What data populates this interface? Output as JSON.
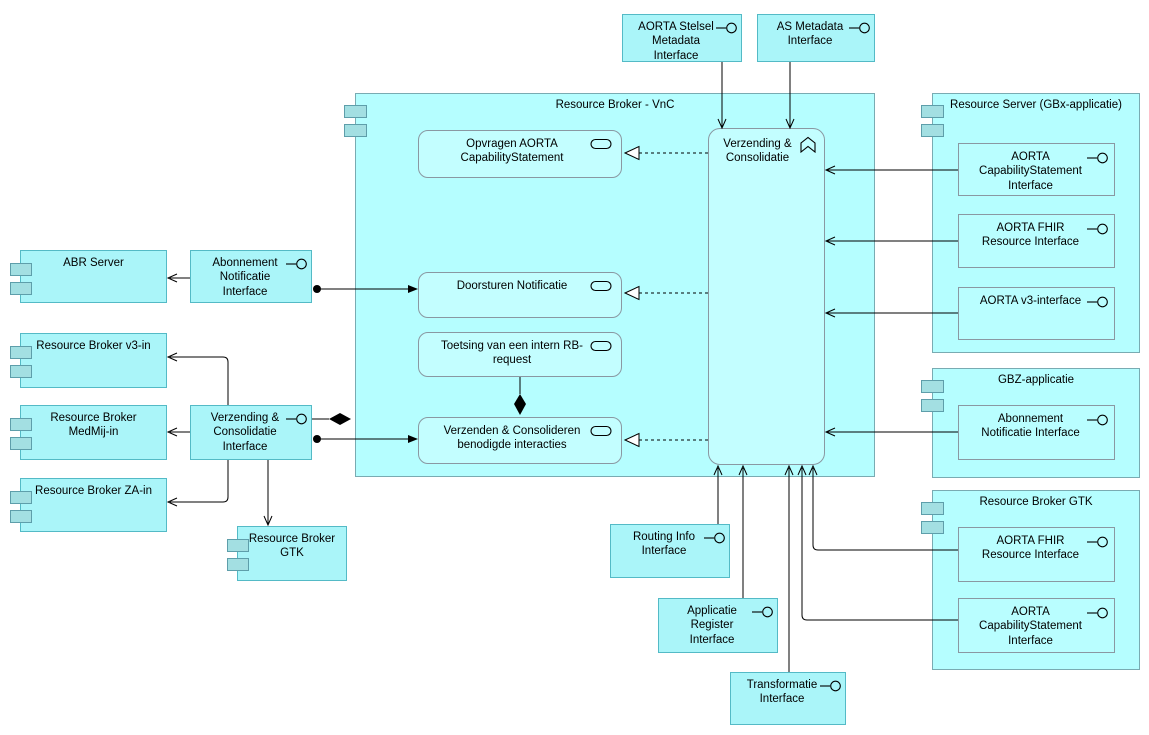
{
  "diagram_type": "ArchiMate application architecture diagram",
  "colors": {
    "element_fill": "#b5feff",
    "component_fill": "#aaf5f9",
    "service_fill": "#c3feff",
    "teal_border": "#54bac6",
    "container_border": "#79abb2",
    "gray_border": "#8a98a2",
    "component_icon_fill": "#a3dfe2",
    "component_icon_border": "#5e9eaa",
    "connector": "#000000",
    "background": "#ffffff"
  },
  "nodes": {
    "aorta_stelsel_metadata_interface": {
      "label": "AORTA Stelsel\nMetadata\nInterface"
    },
    "as_metadata_interface": {
      "label": "AS Metadata\nInterface"
    },
    "resource_broker_vnc": {
      "label": "Resource Broker - VnC"
    },
    "opvragen_aorta_capabilitystatement": {
      "label": "Opvragen AORTA\nCapabilityStatement"
    },
    "doorsturen_notificatie": {
      "label": "Doorsturen Notificatie"
    },
    "toetsing_intern_rb_request": {
      "label": "Toetsing van een intern RB-\nrequest"
    },
    "verzenden_consolideren": {
      "label": "Verzenden & Consolideren\nbenodigde interacties"
    },
    "verzending_consolidatie_functie": {
      "label": "Verzending &\nConsolidatie"
    },
    "abr_server": {
      "label": "ABR Server"
    },
    "abonnement_notificatie_interface": {
      "label": "Abonnement\nNotificatie\nInterface"
    },
    "resource_broker_v3_in": {
      "label": "Resource Broker v3-in"
    },
    "resource_broker_medmij_in": {
      "label": "Resource Broker\nMedMij-in"
    },
    "resource_broker_za_in": {
      "label": "Resource Broker ZA-in"
    },
    "verzending_consolidatie_interface": {
      "label": "Verzending &\nConsolidatie\nInterface"
    },
    "resource_broker_gtk_left": {
      "label": "Resource Broker\nGTK"
    },
    "routing_info_interface": {
      "label": "Routing Info\nInterface"
    },
    "applicatie_register_interface": {
      "label": "Applicatie\nRegister\nInterface"
    },
    "transformatie_interface": {
      "label": "Transformatie\nInterface"
    },
    "resource_server": {
      "label": "Resource Server (GBx-applicatie)"
    },
    "rs_aorta_capabilitystatement_interface": {
      "label": "AORTA\nCapabilityStatement\nInterface"
    },
    "rs_aorta_fhir_resource_interface": {
      "label": "AORTA FHIR\nResource Interface"
    },
    "rs_aorta_v3_interface": {
      "label": "AORTA v3-interface"
    },
    "gbz_applicatie": {
      "label": "GBZ-applicatie"
    },
    "gbz_abonnement_notificatie_interface": {
      "label": "Abonnement\nNotificatie Interface"
    },
    "resource_broker_gtk_right": {
      "label": "Resource Broker GTK"
    },
    "gtk_aorta_fhir_resource_interface": {
      "label": "AORTA FHIR\nResource Interface"
    },
    "gtk_aorta_capabilitystatement_interface": {
      "label": "AORTA\nCapabilityStatement\nInterface"
    }
  }
}
